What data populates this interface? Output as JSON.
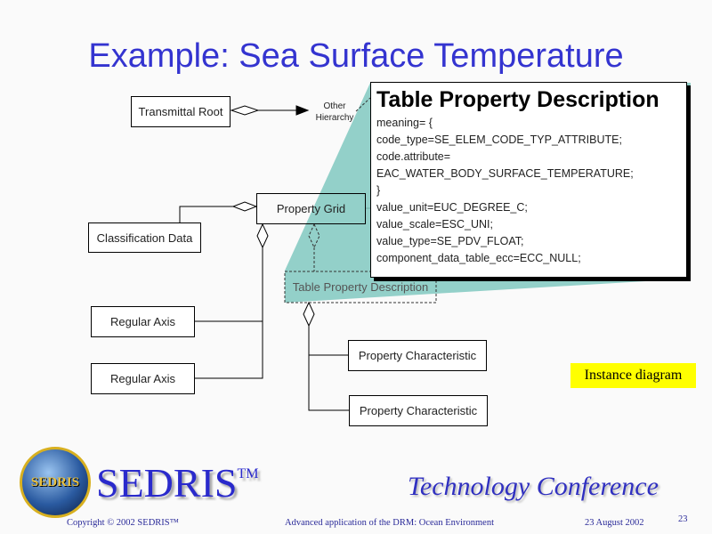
{
  "title": "Example: Sea Surface Temperature",
  "diagram": {
    "transmittal_root": "Transmittal Root",
    "other_hierarchy": [
      "Other",
      "Hierarchy"
    ],
    "classification_data": "Classification Data",
    "property_grid": "Property Grid",
    "regular_axis_1": "Regular Axis",
    "regular_axis_2": "Regular Axis",
    "table_property_description": "Table Property Description",
    "property_characteristic_1": "Property Characteristic",
    "property_characteristic_2": "Property Characteristic"
  },
  "popup": {
    "title": "Table Property Description",
    "lines": [
      "meaning= {",
      "code_type=SE_ELEM_CODE_TYP_ATTRIBUTE;",
      "code.attribute=",
      "EAC_WATER_BODY_SURFACE_TEMPERATURE;",
      "}",
      "value_unit=EUC_DEGREE_C;",
      "value_scale=ESC_UNI;",
      "value_type=SE_PDV_FLOAT;",
      "component_data_table_ecc=ECC_NULL;"
    ]
  },
  "instance_label": "Instance diagram",
  "footer": {
    "logo_text": "SEDRIS",
    "brand": "SEDRIS",
    "tm": "TM",
    "conference": "Technology Conference",
    "copyright": "Copyright © 2002 SEDRIS™",
    "subtitle": "Advanced application of the DRM: Ocean Environment",
    "date": "23 August 2002",
    "page": "23"
  },
  "colors": {
    "title": "#3434d0",
    "teal": "#80c8c0",
    "highlight": "#ffff00"
  }
}
